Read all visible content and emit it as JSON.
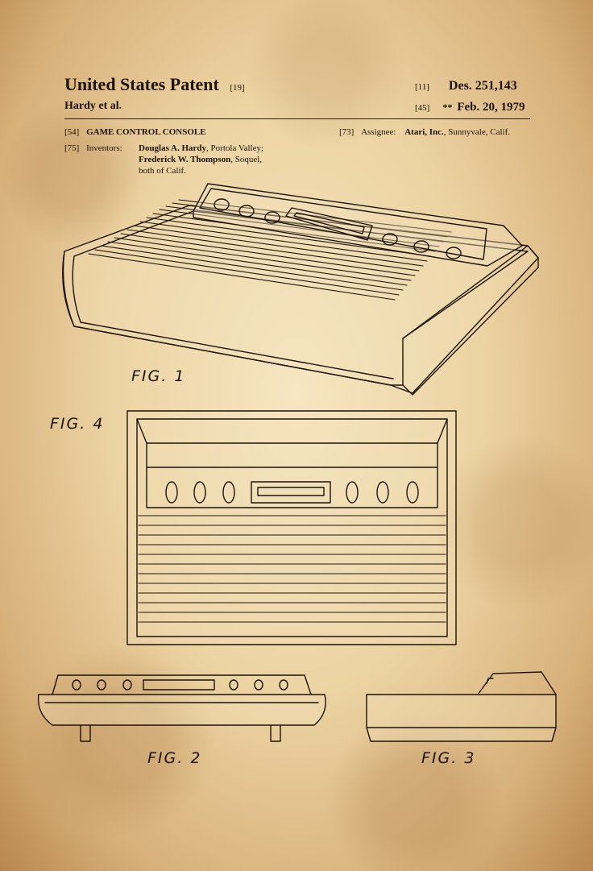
{
  "header": {
    "title": "United States Patent",
    "title_code": "[19]",
    "inventor_short": "Hardy et al.",
    "patent_code": "[11]",
    "patent_number": "Des. 251,143",
    "date_code": "[45]",
    "date_marker": "**",
    "date": "Feb. 20, 1979"
  },
  "fields": {
    "title_code": "[54]",
    "title": "GAME CONTROL CONSOLE",
    "inventors_code": "[75]",
    "inventors_label": "Inventors:",
    "inventor1_name": "Douglas A. Hardy",
    "inventor1_place": ", Portola Valley;",
    "inventor2_name": "Frederick W. Thompson",
    "inventor2_place": ", Soquel,",
    "inventors_state": "both of Calif.",
    "assignee_code": "[73]",
    "assignee_label": "Assignee:",
    "assignee_name": "Atari, Inc.",
    "assignee_place": ", Sunnyvale, Calif."
  },
  "figures": {
    "fig1": "FIG. 1",
    "fig2": "FIG. 2",
    "fig3": "FIG. 3",
    "fig4": "FIG. 4"
  },
  "colors": {
    "paper": "#e9cf9c",
    "ink": "#1e130c"
  }
}
